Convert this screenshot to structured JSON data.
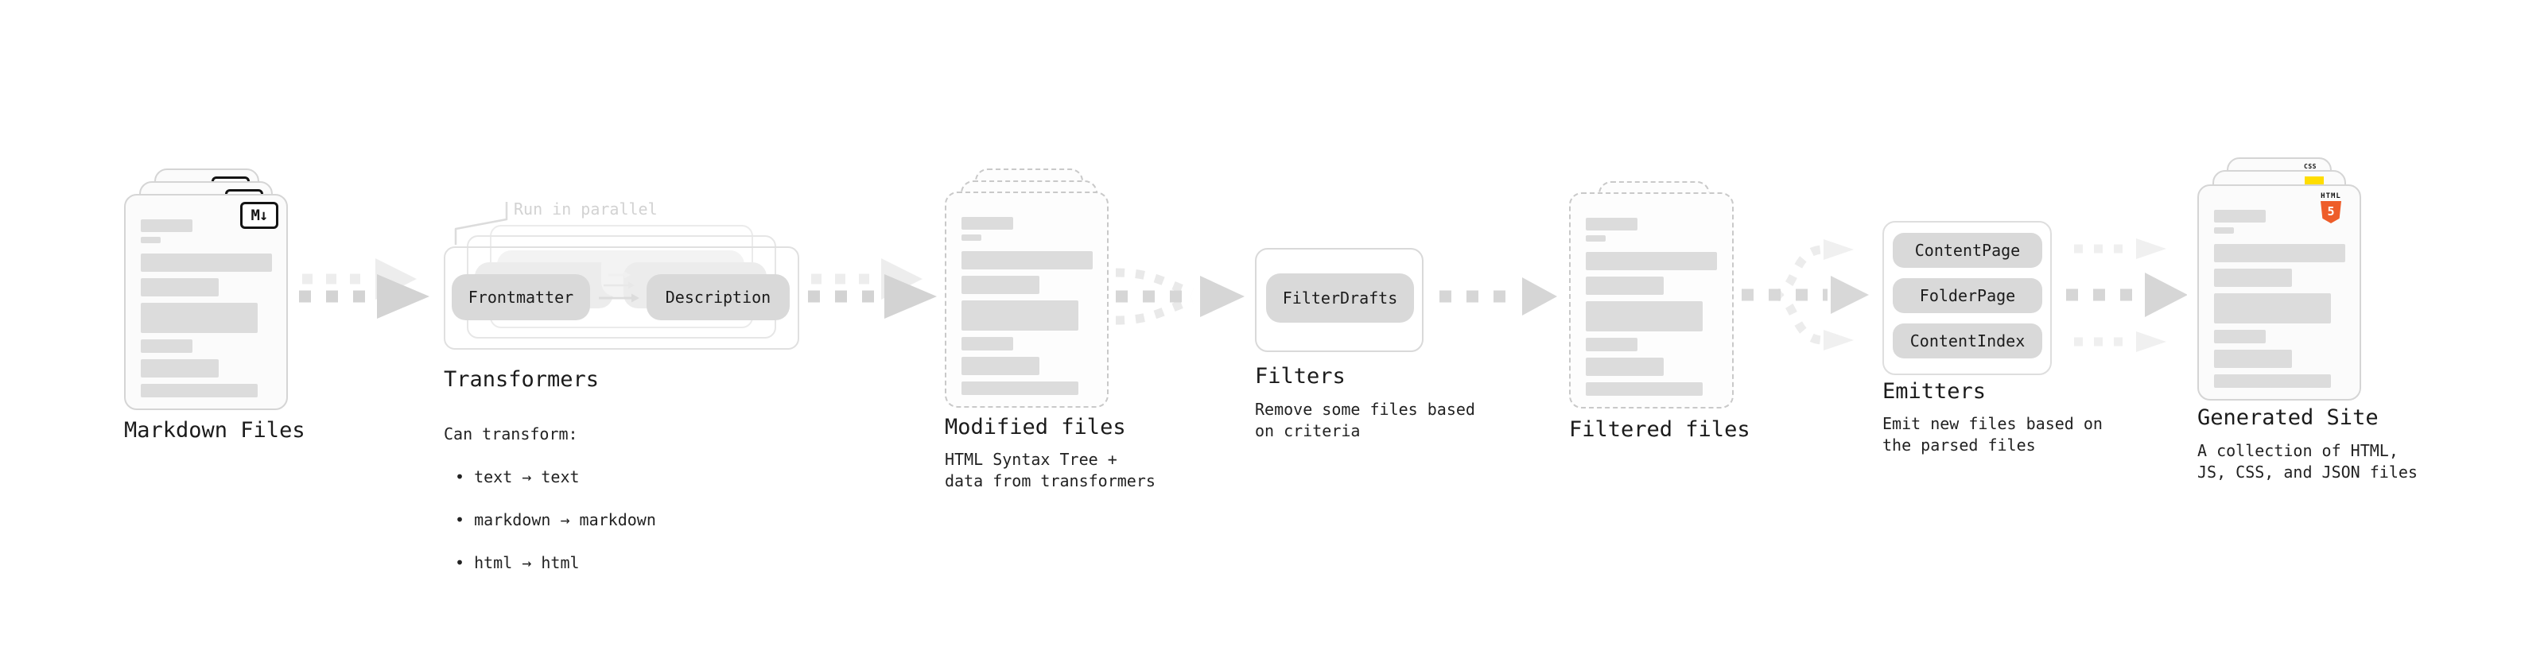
{
  "palette": {
    "html5_orange": "#ee5d2a",
    "js_yellow": "#ffdd00",
    "css_blue": "#2c6bed"
  },
  "stages": {
    "markdown": {
      "label": "Markdown Files",
      "badge": "M↓"
    },
    "transformers": {
      "title": "Transformers",
      "parallel_note": "Run in parallel",
      "pill_left": "Frontmatter",
      "pill_right": "Description",
      "caption_heading": "Can transform:",
      "bullets": [
        "• text → text",
        "• markdown → markdown",
        "• html → html"
      ]
    },
    "modified": {
      "title": "Modified files",
      "caption": "HTML Syntax Tree +\ndata from transformers"
    },
    "filters": {
      "title": "Filters",
      "pill": "FilterDrafts",
      "caption": "Remove some files based\non criteria"
    },
    "filtered": {
      "title": "Filtered files"
    },
    "emitters": {
      "title": "Emitters",
      "pills": [
        "ContentPage",
        "FolderPage",
        "ContentIndex"
      ],
      "caption": "Emit new files based on\nthe parsed files"
    },
    "generated": {
      "title": "Generated Site",
      "caption": "A collection of HTML,\nJS, CSS, and JSON files",
      "badge_html_label": "HTML",
      "badge_html_number": "5",
      "badge_css": "CSS"
    }
  }
}
